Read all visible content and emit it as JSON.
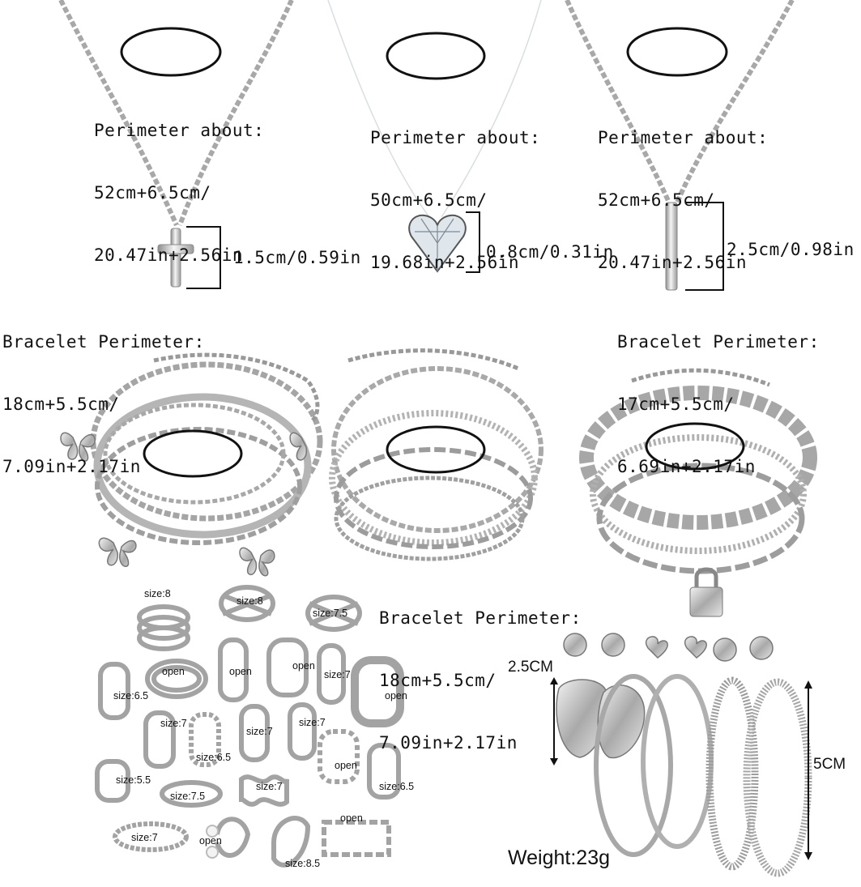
{
  "necklaces": [
    {
      "perimeter_title": "Perimeter about:",
      "perimeter_cm": "52cm+6.5cm/",
      "perimeter_in": "20.47in+2.56in",
      "pendant_size": "1.5cm/0.59in"
    },
    {
      "perimeter_title": "Perimeter about:",
      "perimeter_cm": "50cm+6.5cm/",
      "perimeter_in": "19.68in+2.56in",
      "pendant_size": "0.8cm/0.31in"
    },
    {
      "perimeter_title": "Perimeter about:",
      "perimeter_cm": "52cm+6.5cm/",
      "perimeter_in": "20.47in+2.56in",
      "pendant_size": "2.5cm/0.98in"
    }
  ],
  "bracelets": [
    {
      "title": "Bracelet Perimeter:",
      "cm": "18cm+5.5cm/",
      "in": "7.09in+2.17in"
    },
    {
      "title": "Bracelet Perimeter:",
      "cm": "18cm+5.5cm/",
      "in": "7.09in+2.17in"
    },
    {
      "title": "Bracelet Perimeter:",
      "cm": "17cm+5.5cm/",
      "in": "6.69in+2.17in"
    }
  ],
  "rings": [
    "size:8",
    "size:8",
    "size:7.5",
    "open",
    "open",
    "open",
    "size:7",
    "open",
    "size:6.5",
    "size:7",
    "size:7",
    "size:7",
    "size:6.5",
    "open",
    "size:5.5",
    "size:7.5",
    "size:7",
    "size:6.5",
    "size:7",
    "open",
    "open",
    "size:8.5"
  ],
  "earrings": {
    "stud_size": "2.5CM",
    "hoop_size": "5CM",
    "weight": "Weight:23g"
  },
  "colors": {
    "silver": "#b8b8b8",
    "silver_dark": "#7a7a7a",
    "ink": "#111111"
  }
}
